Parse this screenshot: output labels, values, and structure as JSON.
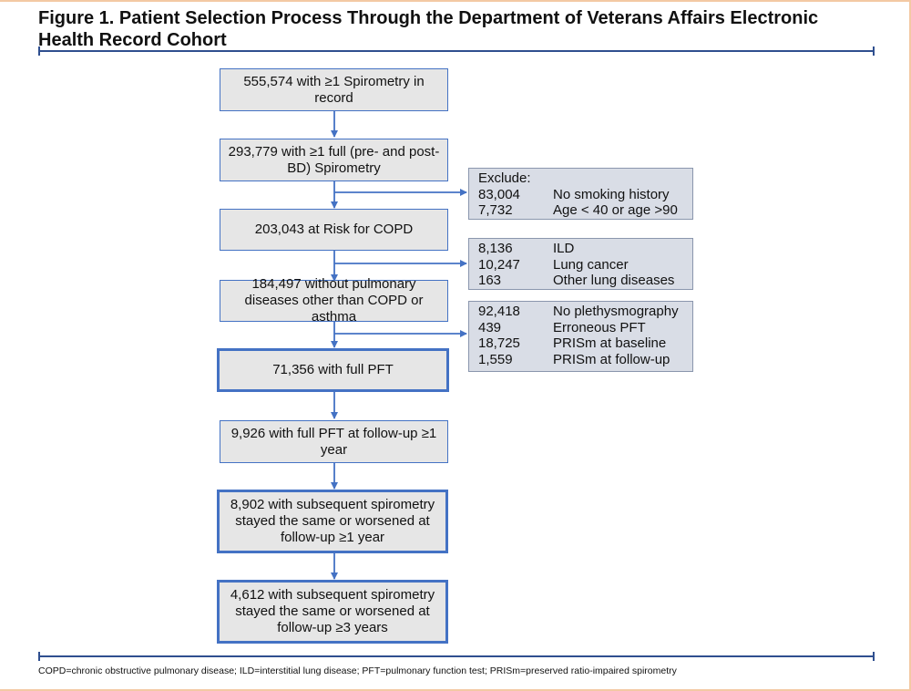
{
  "title": "Figure 1. Patient Selection Process Through the Department of Veterans Affairs Electronic Health Record Cohort",
  "flow": {
    "box1": "555,574 with ≥1 Spirometry in record",
    "box2": "293,779 with ≥1 full (pre- and post-BD) Spirometry",
    "box3": "203,043 at Risk for COPD",
    "box4": "184,497 without pulmonary diseases other than COPD or asthma",
    "box5": "71,356 with full PFT",
    "box6": "9,926 with full PFT at follow-up ≥1 year",
    "box7": "8,902 with subsequent spirometry stayed the same or worsened at follow-up ≥1 year",
    "box8": "4,612 with subsequent spirometry stayed the same or worsened at follow-up ≥3 years"
  },
  "exclusions": {
    "group1": {
      "heading": "Exclude:",
      "rows": [
        {
          "count": "83,004",
          "reason": "No smoking history"
        },
        {
          "count": "7,732",
          "reason": "Age < 40 or age >90"
        }
      ]
    },
    "group2": {
      "rows": [
        {
          "count": "8,136",
          "reason": "ILD"
        },
        {
          "count": "10,247",
          "reason": "Lung cancer"
        },
        {
          "count": "163",
          "reason": "Other lung diseases"
        }
      ]
    },
    "group3": {
      "rows": [
        {
          "count": "92,418",
          "reason": "No plethysmography"
        },
        {
          "count": "439",
          "reason": "Erroneous PFT"
        },
        {
          "count": "18,725",
          "reason": "PRISm at baseline"
        },
        {
          "count": "1,559",
          "reason": "PRISm at follow-up"
        }
      ]
    }
  },
  "footnote": "COPD=chronic obstructive pulmonary disease; ILD=interstitial lung disease; PFT=pulmonary function test; PRISm=preserved ratio-impaired spirometry",
  "colors": {
    "arrow": "#4472c4",
    "box_fill": "#e6e6e6",
    "exclusion_fill": "#d9dde6",
    "rule": "#2f4f8f"
  }
}
